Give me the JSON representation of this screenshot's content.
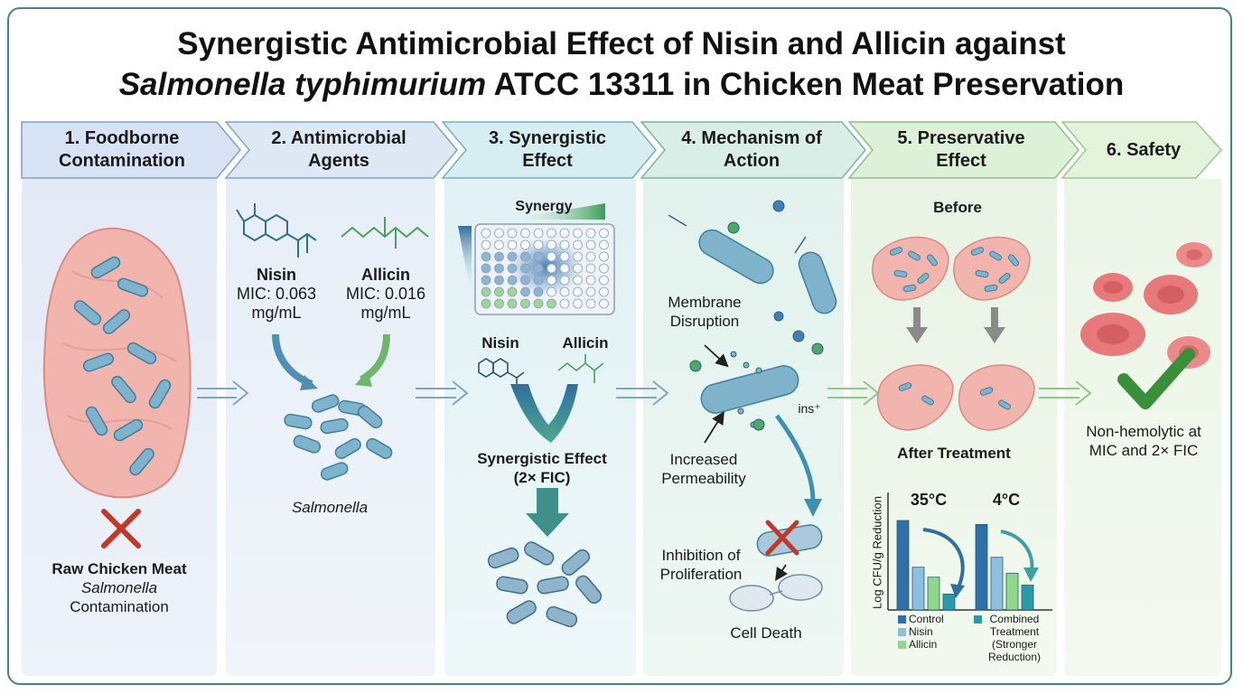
{
  "title": {
    "line1": "Synergistic Antimicrobial Effect of Nisin and Allicin against",
    "line2_italic": "Salmonella typhimurium",
    "line2_rest": " ATCC 13311 in Chicken Meat Preservation"
  },
  "steps": [
    {
      "line1": "1. Foodborne",
      "line2": "Contamination"
    },
    {
      "line1": "2. Antimicrobial",
      "line2": "Agents"
    },
    {
      "line1": "3. Synergistic",
      "line2": "Effect"
    },
    {
      "line1": "4. Mechanism of",
      "line2": "Action"
    },
    {
      "line1": "5. Preservative",
      "line2": "Effect"
    },
    {
      "line1": "6. Safety",
      "line2": ""
    }
  ],
  "panel1": {
    "caption_bold": "Raw Chicken Meat",
    "caption_italic": "Salmonella",
    "caption_rest": "Contamination"
  },
  "panel2": {
    "nisin_name": "Nisin",
    "nisin_mic": "MIC: 0.063",
    "nisin_unit": "mg/mL",
    "allicin_name": "Allicin",
    "allicin_mic": "MIC: 0.016",
    "allicin_unit": "mg/mL",
    "target": "Salmonella"
  },
  "panel3": {
    "synergy_label": "Synergy",
    "nisin": "Nisin",
    "allicin": "Allicin",
    "effect_line1": "Synergistic Effect",
    "effect_line2": "(2× FIC)"
  },
  "panel4": {
    "membrane_line1": "Membrane",
    "membrane_line2": "Disruption",
    "ions": "ins⁺",
    "perm_line1": "Increased",
    "perm_line2": "Permeability",
    "inhib_line1": "Inhibition of",
    "inhib_line2": "Proliferation",
    "death": "Cell Death"
  },
  "panel5": {
    "before": "Before",
    "after": "After Treatment",
    "ylabel": "Log CFU/g Reduction",
    "temp_a": "35°C",
    "temp_b": "4°C",
    "legend": [
      "Control",
      "Nisin",
      "Allicin"
    ],
    "legend_combined": [
      "Combined",
      "Treatment",
      "(Stronger",
      "Reduction)"
    ]
  },
  "panel6": {
    "line1": "Non-hemolytic at",
    "line2": "MIC and 2× FIC"
  },
  "colors": {
    "frame": "#4a7f8f",
    "bacteria": "#7fb3cc",
    "meat": "#f2b5ad",
    "nisin": "#2f6f8f",
    "allicin": "#4f9e5a",
    "cross": "#c0392b",
    "check": "#3a8f3a",
    "rbc": "#e8797a"
  },
  "chart_data": {
    "type": "bar",
    "ylabel": "Log CFU/g Reduction",
    "categories": [
      "35°C",
      "4°C"
    ],
    "series": [
      {
        "name": "Control",
        "values": [
          0.9,
          0.86
        ]
      },
      {
        "name": "Nisin",
        "values": [
          0.43,
          0.53
        ]
      },
      {
        "name": "Allicin",
        "values": [
          0.33,
          0.37
        ]
      },
      {
        "name": "Combined Treatment (Stronger Reduction)",
        "values": [
          0.16,
          0.25
        ]
      }
    ],
    "ylim": [
      0,
      1
    ],
    "grid": false,
    "legend_position": "bottom"
  }
}
